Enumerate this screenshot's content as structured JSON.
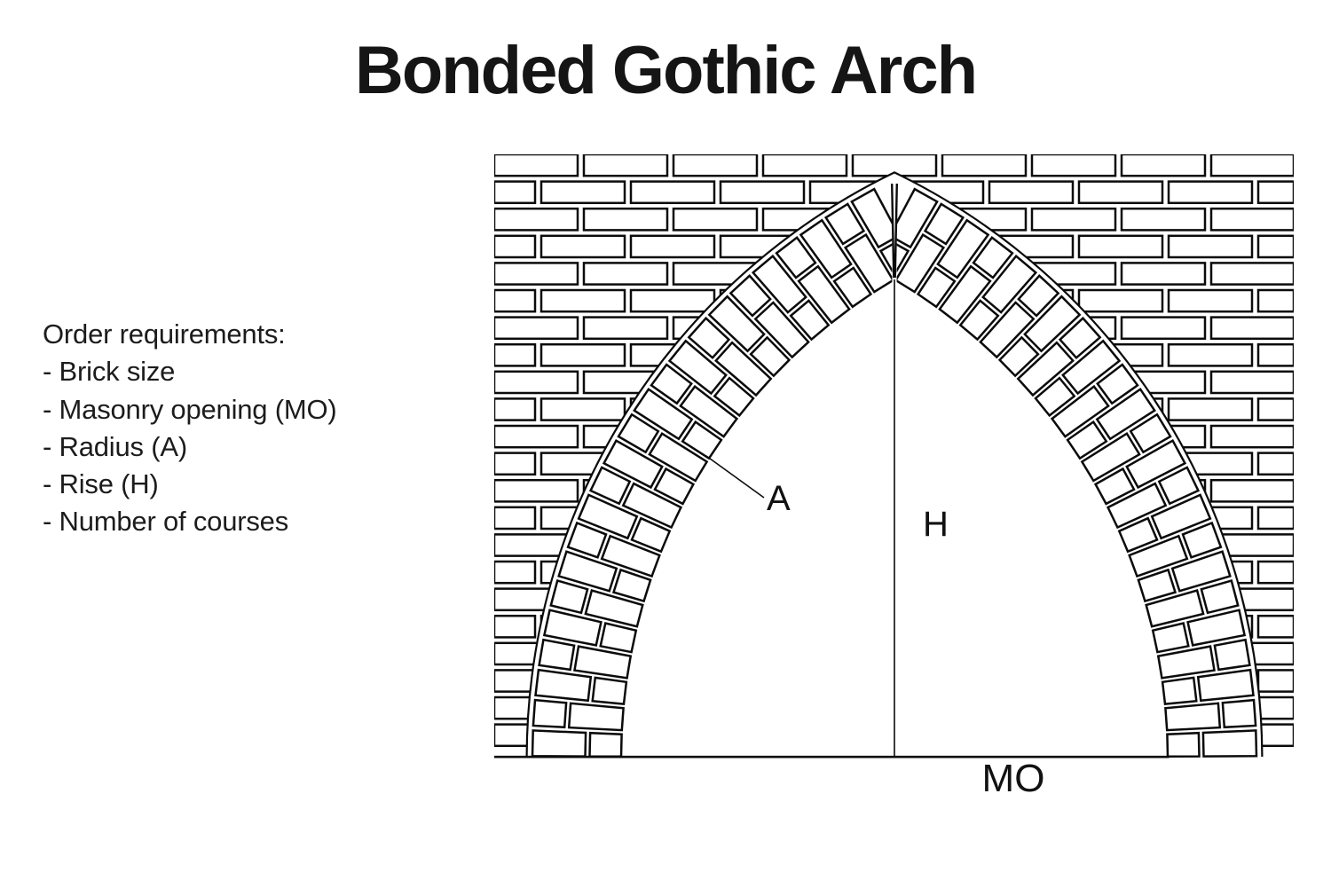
{
  "page": {
    "background": "#ffffff"
  },
  "title": "Bonded Gothic Arch",
  "requirements": {
    "heading": "Order requirements:",
    "items": [
      "- Brick size",
      "- Masonry opening (MO)",
      "- Radius (A)",
      "- Rise (H)",
      "- Number of courses"
    ]
  },
  "diagram": {
    "labels": {
      "radius": "A",
      "rise": "H",
      "opening": "MO"
    },
    "ink_color": "#0b0b0b",
    "brick_fill": "#ffffff"
  }
}
